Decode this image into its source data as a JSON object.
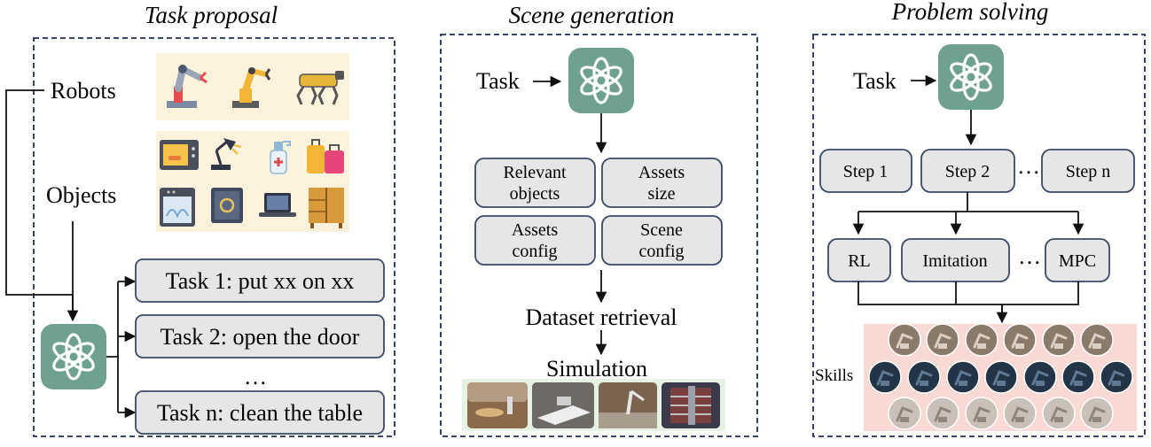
{
  "panels": {
    "task_proposal": {
      "title": "Task proposal",
      "robots_label": "Robots",
      "objects_label": "Objects",
      "tasks": [
        "Task 1: put xx on xx",
        "Task 2: open the door",
        "Task n: clean the table"
      ],
      "ellipsis": "…"
    },
    "scene_generation": {
      "title": "Scene generation",
      "task_label": "Task",
      "boxes": [
        "Relevant objects",
        "Assets size",
        "Assets config",
        "Scene config"
      ],
      "box_lines": [
        [
          "Relevant",
          "objects"
        ],
        [
          "Assets",
          "size"
        ],
        [
          "Assets",
          "config"
        ],
        [
          "Scene",
          "config"
        ]
      ],
      "dataset_retrieval": "Dataset retrieval",
      "simulation": "Simulation"
    },
    "problem_solving": {
      "title": "Problem solving",
      "task_label": "Task",
      "steps": [
        "Step 1",
        "Step 2",
        "Step n"
      ],
      "methods": [
        "RL",
        "Imitation",
        "MPC"
      ],
      "ellipsis": "…",
      "skills_label": "Skills"
    }
  },
  "colors": {
    "frame": "#1f2d52",
    "box_fill": "#e6e6e6",
    "box_stroke": "#3a4a66",
    "gpt_green": "#6fa28e",
    "robots_bg": "#fdf2dc",
    "objects_bg": "#fdf2dc",
    "skills_bg": "#f9d9d3",
    "sim_bg": "#e6f3e4"
  },
  "icons": [
    "chatgpt-logo-icon",
    "robot-arm-icon",
    "quadruped-robot-icon",
    "microwave-icon",
    "lamp-icon",
    "spray-bottle-icon",
    "suitcase-icon",
    "dishwasher-icon",
    "safe-icon",
    "laptop-icon",
    "cabinet-icon"
  ]
}
